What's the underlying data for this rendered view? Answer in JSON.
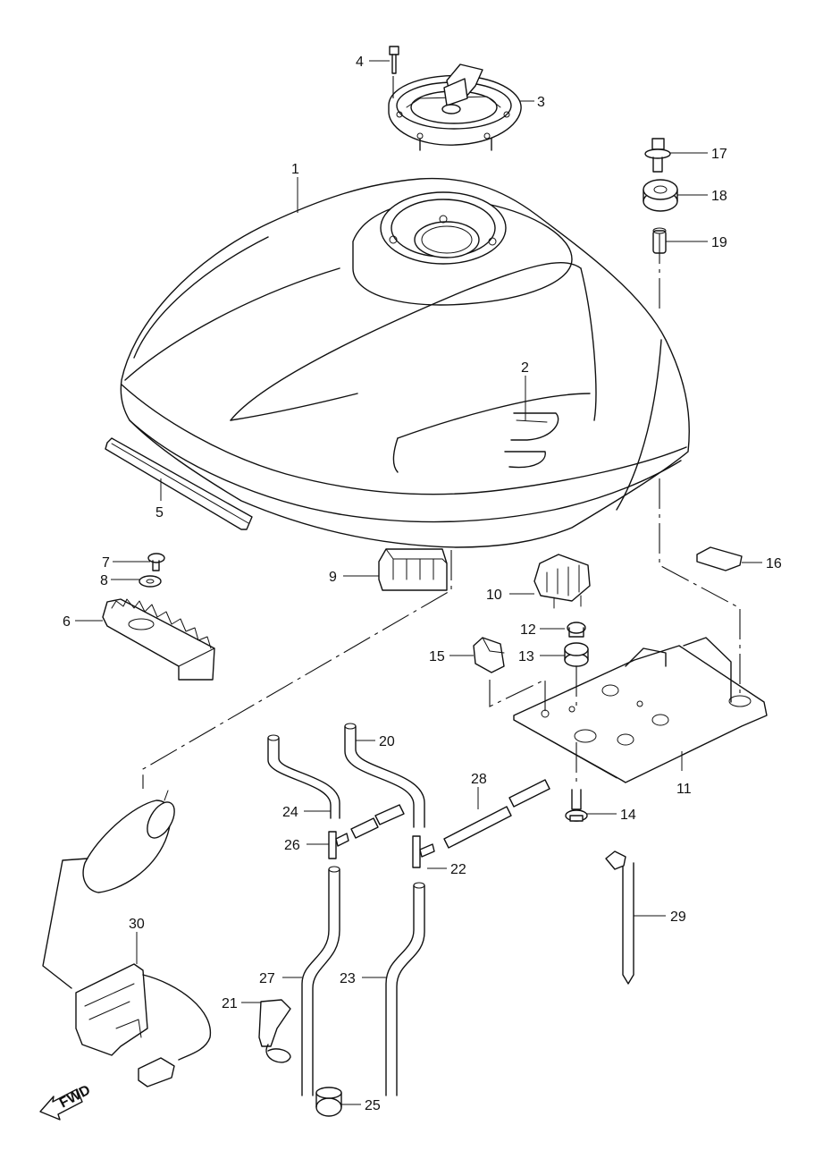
{
  "diagram": {
    "direction_label": "FWD",
    "callouts": [
      {
        "id": "p1",
        "label": "1"
      },
      {
        "id": "p2",
        "label": "2"
      },
      {
        "id": "p3",
        "label": "3"
      },
      {
        "id": "p4",
        "label": "4"
      },
      {
        "id": "p5",
        "label": "5"
      },
      {
        "id": "p6",
        "label": "6"
      },
      {
        "id": "p7",
        "label": "7"
      },
      {
        "id": "p8",
        "label": "8"
      },
      {
        "id": "p9",
        "label": "9"
      },
      {
        "id": "p10",
        "label": "10"
      },
      {
        "id": "p11",
        "label": "11"
      },
      {
        "id": "p12",
        "label": "12"
      },
      {
        "id": "p13",
        "label": "13"
      },
      {
        "id": "p14",
        "label": "14"
      },
      {
        "id": "p15",
        "label": "15"
      },
      {
        "id": "p16",
        "label": "16"
      },
      {
        "id": "p17",
        "label": "17"
      },
      {
        "id": "p18",
        "label": "18"
      },
      {
        "id": "p19",
        "label": "19"
      },
      {
        "id": "p20",
        "label": "20"
      },
      {
        "id": "p21",
        "label": "21"
      },
      {
        "id": "p22",
        "label": "22"
      },
      {
        "id": "p23",
        "label": "23"
      },
      {
        "id": "p24",
        "label": "24"
      },
      {
        "id": "p25",
        "label": "25"
      },
      {
        "id": "p26",
        "label": "26"
      },
      {
        "id": "p27",
        "label": "27"
      },
      {
        "id": "p28",
        "label": "28"
      },
      {
        "id": "p29",
        "label": "29"
      },
      {
        "id": "p30",
        "label": "30"
      }
    ]
  }
}
